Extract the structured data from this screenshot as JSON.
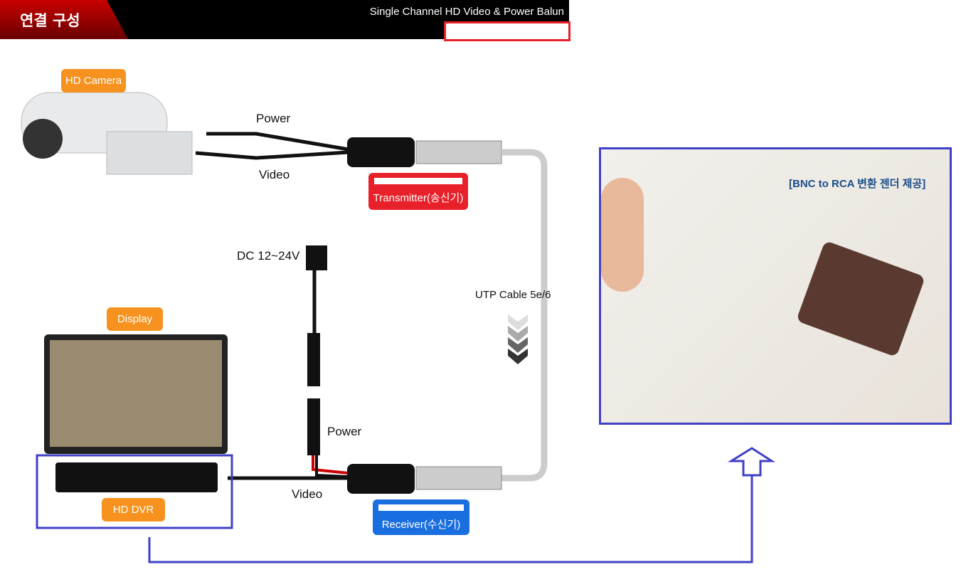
{
  "header": {
    "section_title": "연결 구성",
    "product_title": "Single Channel HD Video & Power Balun"
  },
  "labels": {
    "hd_camera": "HD Camera",
    "display": "Display",
    "hd_dvr": "HD DVR",
    "transmitter": "Transmitter(송신기)",
    "receiver": "Receiver(수신기)",
    "power_top": "Power",
    "video_top": "Video",
    "dc": "DC 12~24V",
    "utp": "UTP Cable 5e/6",
    "power_bottom": "Power",
    "video_bottom": "Video"
  },
  "photo": {
    "caption": "[BNC to RCA 변환 젠더 제공]"
  },
  "colors": {
    "accent_blue": "#4040c8",
    "red": "#e8202a",
    "orange": "#f7921e",
    "receiver_blue": "#1a6fe0"
  }
}
